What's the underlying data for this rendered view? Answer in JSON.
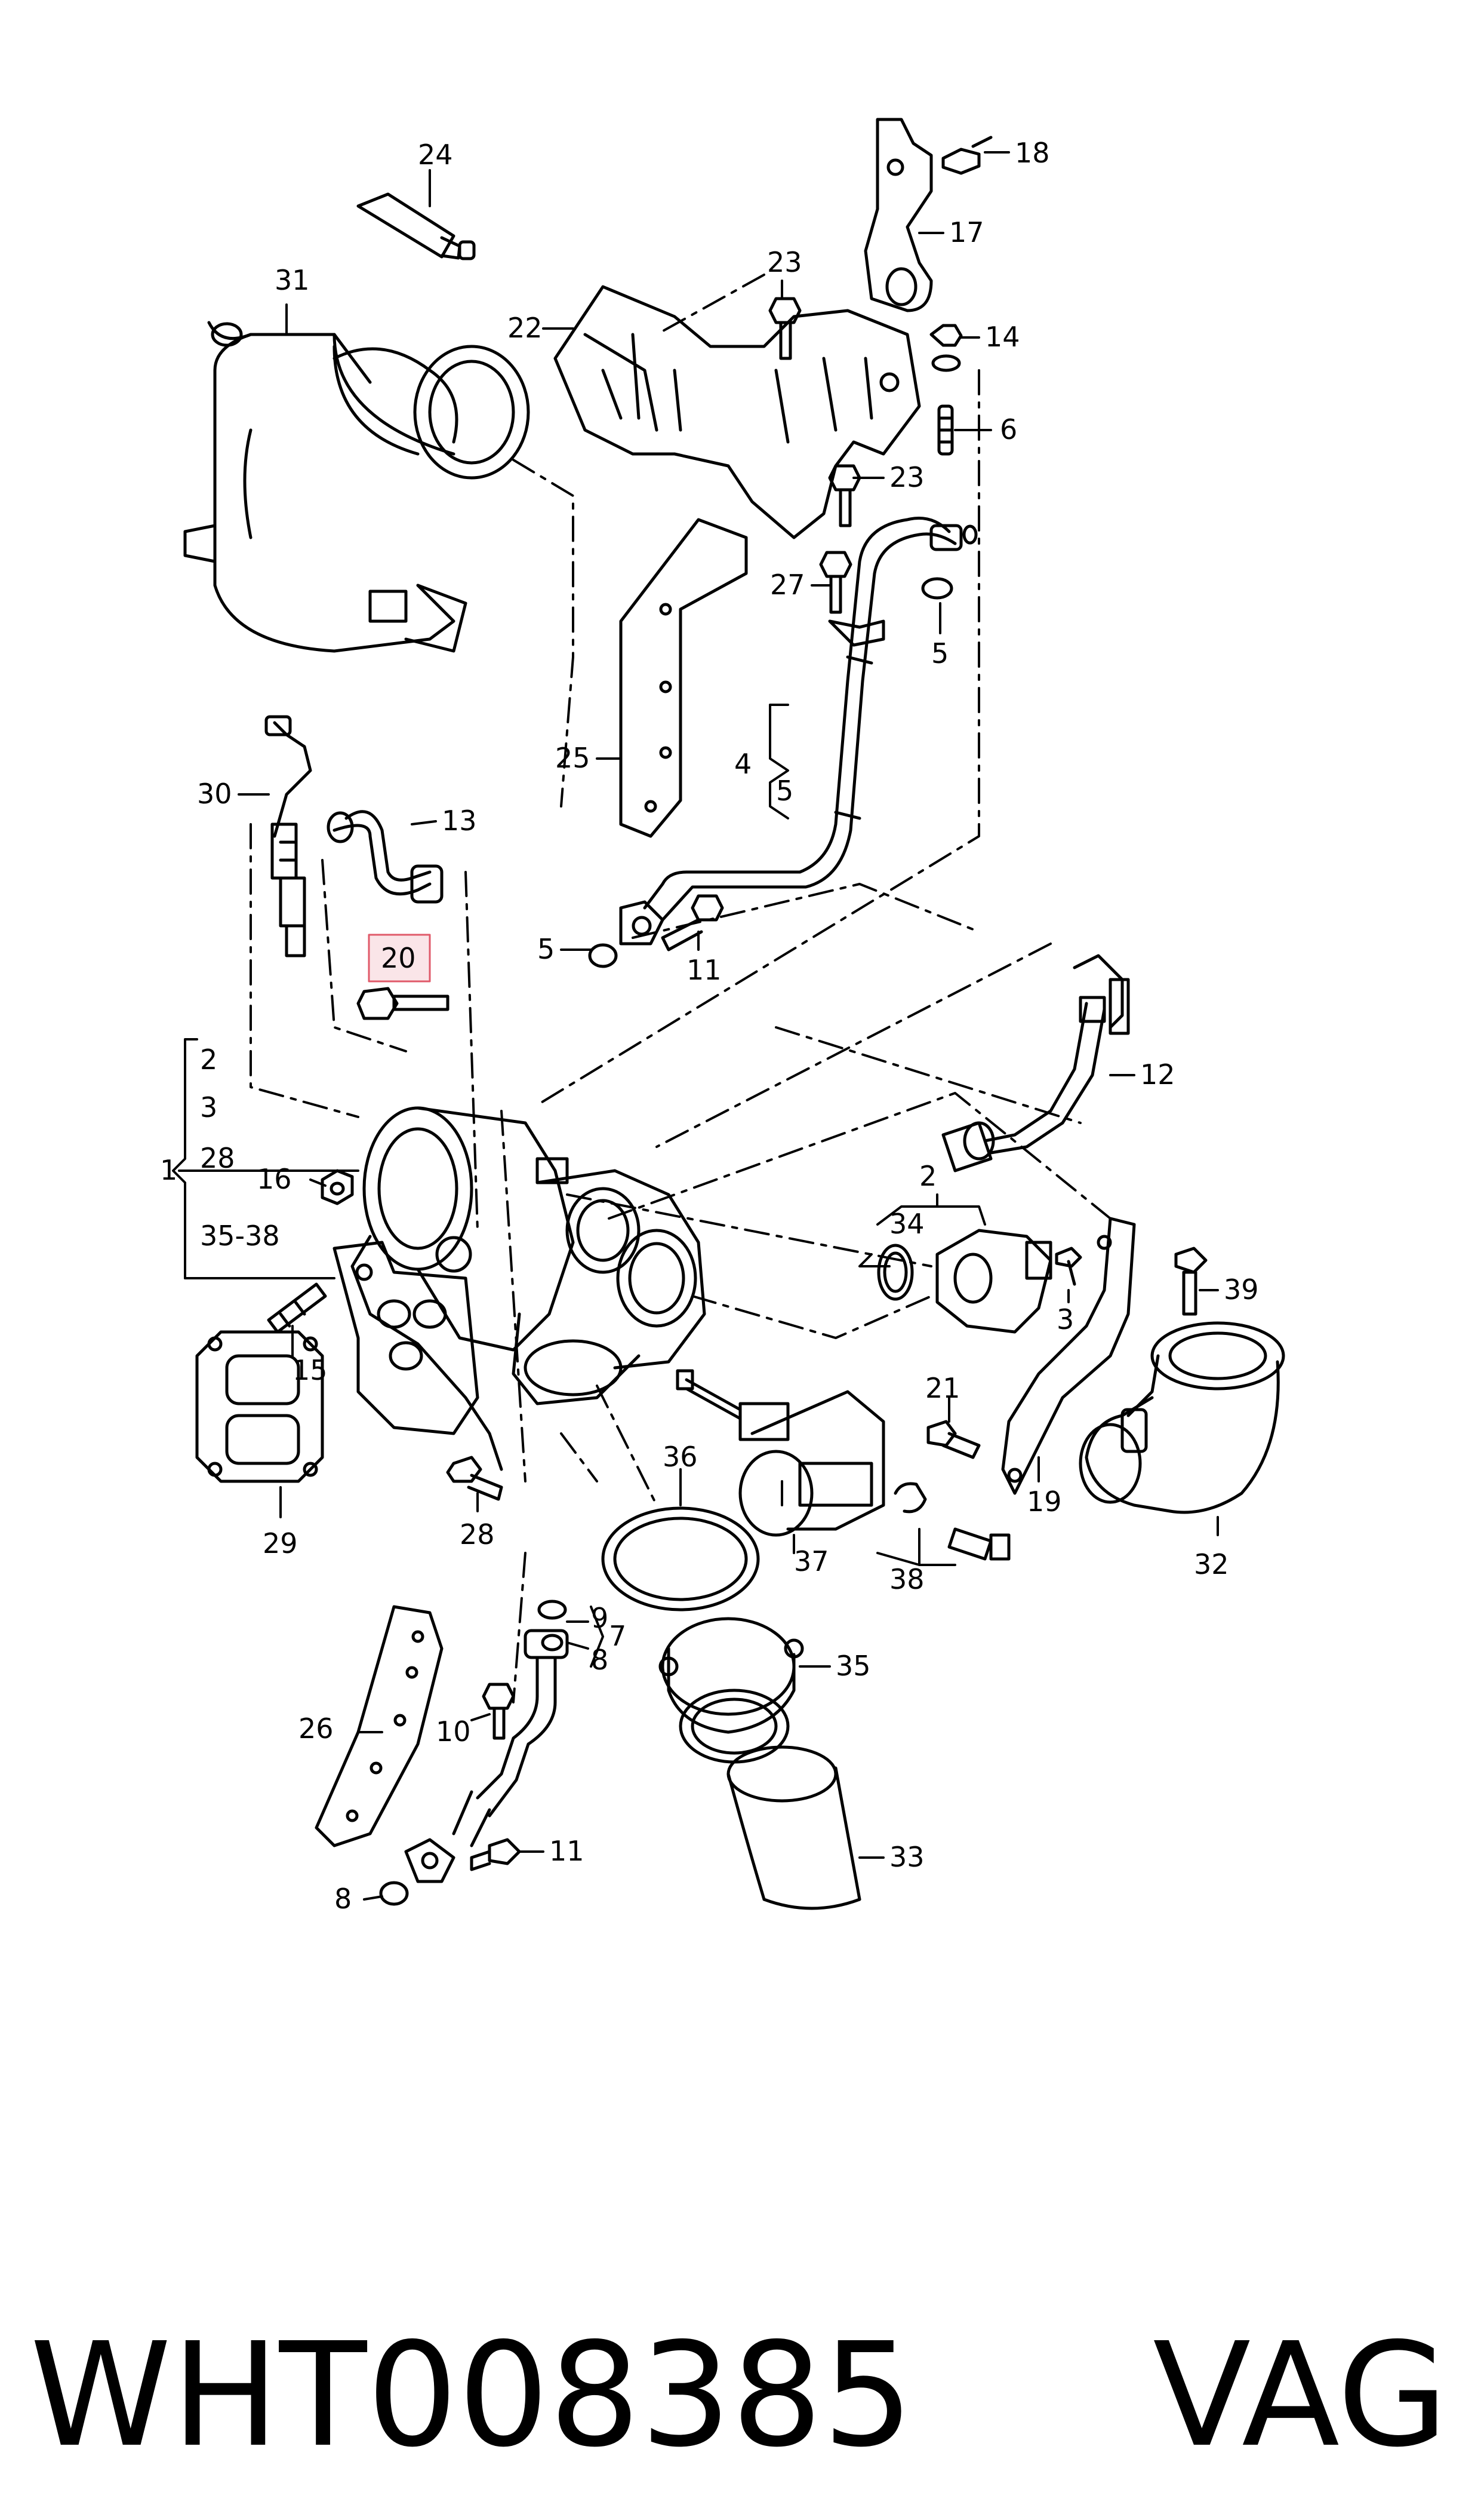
{
  "callouts": {
    "c1": "1",
    "c2a": "2",
    "c2b": "2",
    "c3a": "3",
    "c3b": "3",
    "c4": "4",
    "c5a": "5",
    "c5b": "5",
    "c5c": "5",
    "c6": "6",
    "c7": "7",
    "c8a": "8",
    "c8b": "8",
    "c9": "9",
    "c10": "10",
    "c11a": "11",
    "c11b": "11",
    "c12": "12",
    "c13": "13",
    "c14": "14",
    "c15": "15",
    "c16": "16",
    "c17": "17",
    "c18": "18",
    "c19": "19",
    "c20": "20",
    "c21": "21",
    "c22": "22",
    "c23a": "23",
    "c23b": "23",
    "c24": "24",
    "c25": "25",
    "c26": "26",
    "c27": "27",
    "c28a": "28",
    "c28b": "28",
    "c29": "29",
    "c30": "30",
    "c31": "31",
    "c32": "32",
    "c33": "33",
    "c34": "34",
    "c35a": "35",
    "c3538": "35-38",
    "c36": "36",
    "c37": "37",
    "c38": "38",
    "c39": "39"
  },
  "highlight": {
    "label": "20",
    "color": "#e05a6a"
  },
  "footer": {
    "part_number": "WHT008385",
    "brand": "VAG"
  }
}
